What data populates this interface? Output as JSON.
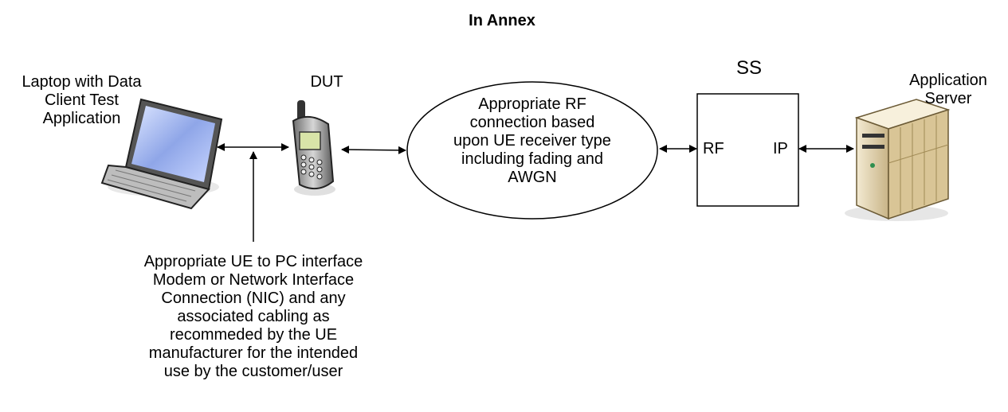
{
  "title": "In Annex",
  "laptop": {
    "label_lines": [
      "Laptop with Data",
      "Client Test",
      "Application"
    ]
  },
  "dut": {
    "label": "DUT"
  },
  "channel": {
    "label_lines": [
      "Appropriate RF",
      "connection based",
      "upon UE receiver type",
      "including fading and",
      "AWGN"
    ]
  },
  "ss": {
    "label": "SS",
    "port_rf": "RF",
    "port_ip": "IP"
  },
  "server": {
    "label_lines": [
      "Application",
      "Server"
    ]
  },
  "interface_note": {
    "lines": [
      "Appropriate UE to PC interface",
      "Modem or Network Interface",
      "Connection (NIC) and any",
      "associated cabling as",
      "recommeded by the UE",
      "manufacturer for the intended",
      "use by the customer/user"
    ]
  }
}
